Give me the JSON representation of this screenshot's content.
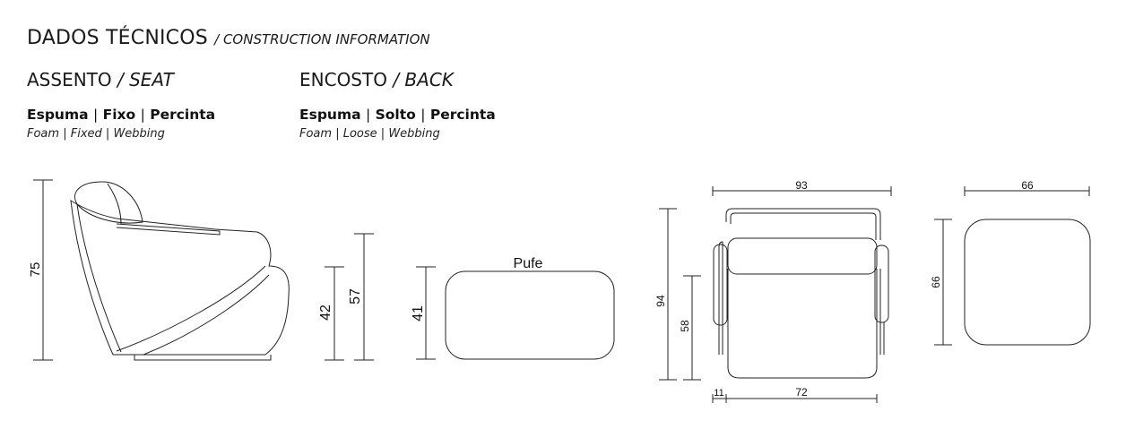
{
  "header": {
    "title": "DADOS TÉCNICOS",
    "title_en": "/ CONSTRUCTION INFORMATION"
  },
  "seat": {
    "title": "ASSENTO",
    "title_en": "/ SEAT",
    "materials_pt": [
      "Espuma",
      "Fixo",
      "Percinta"
    ],
    "materials_en": [
      "Foam",
      "Fixed",
      "Webbing"
    ]
  },
  "back": {
    "title": "ENCOSTO",
    "title_en": "/ BACK",
    "materials_pt": [
      "Espuma",
      "Solto",
      "Percinta"
    ],
    "materials_en": [
      "Foam",
      "Loose",
      "Webbing"
    ]
  },
  "separator": "|",
  "drawing": {
    "side_view": {
      "height_total": "75",
      "seat_height": "42",
      "arm_height": "57"
    },
    "pouf": {
      "label": "Pufe",
      "height": "41",
      "width": "66",
      "depth": "66"
    },
    "front_view": {
      "width": "93",
      "depth": "94",
      "seat_depth": "58",
      "arm_width": "11",
      "inner_width": "72"
    }
  }
}
